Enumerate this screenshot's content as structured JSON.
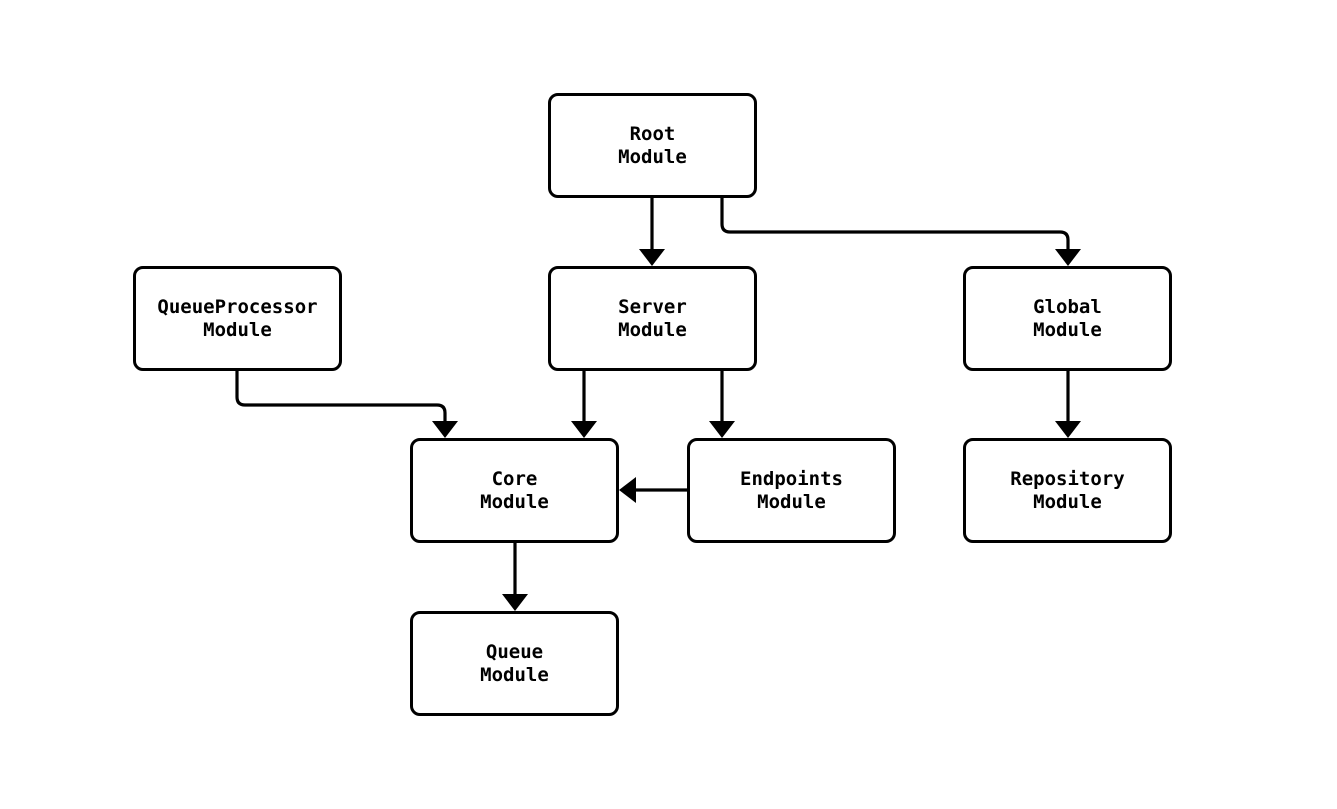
{
  "diagram": {
    "type": "module-dependency-flowchart",
    "background_color": "#ffffff",
    "node_border_color": "#000000",
    "node_fill_color": "#ffffff",
    "edge_color": "#000000",
    "text_color": "#000000"
  },
  "nodes": {
    "root": {
      "line1": "Root",
      "line2": "Module"
    },
    "queueprocessor": {
      "line1": "QueueProcessor",
      "line2": "Module"
    },
    "server": {
      "line1": "Server",
      "line2": "Module"
    },
    "global": {
      "line1": "Global",
      "line2": "Module"
    },
    "core": {
      "line1": "Core",
      "line2": "Module"
    },
    "endpoints": {
      "line1": "Endpoints",
      "line2": "Module"
    },
    "repository": {
      "line1": "Repository",
      "line2": "Module"
    },
    "queue": {
      "line1": "Queue",
      "line2": "Module"
    }
  },
  "edges": [
    {
      "from": "Root Module",
      "to": "Server Module"
    },
    {
      "from": "Root Module",
      "to": "Global Module"
    },
    {
      "from": "QueueProcessor Module",
      "to": "Core Module"
    },
    {
      "from": "Server Module",
      "to": "Core Module"
    },
    {
      "from": "Server Module",
      "to": "Endpoints Module"
    },
    {
      "from": "Endpoints Module",
      "to": "Core Module"
    },
    {
      "from": "Global Module",
      "to": "Repository Module"
    },
    {
      "from": "Core Module",
      "to": "Queue Module"
    }
  ]
}
